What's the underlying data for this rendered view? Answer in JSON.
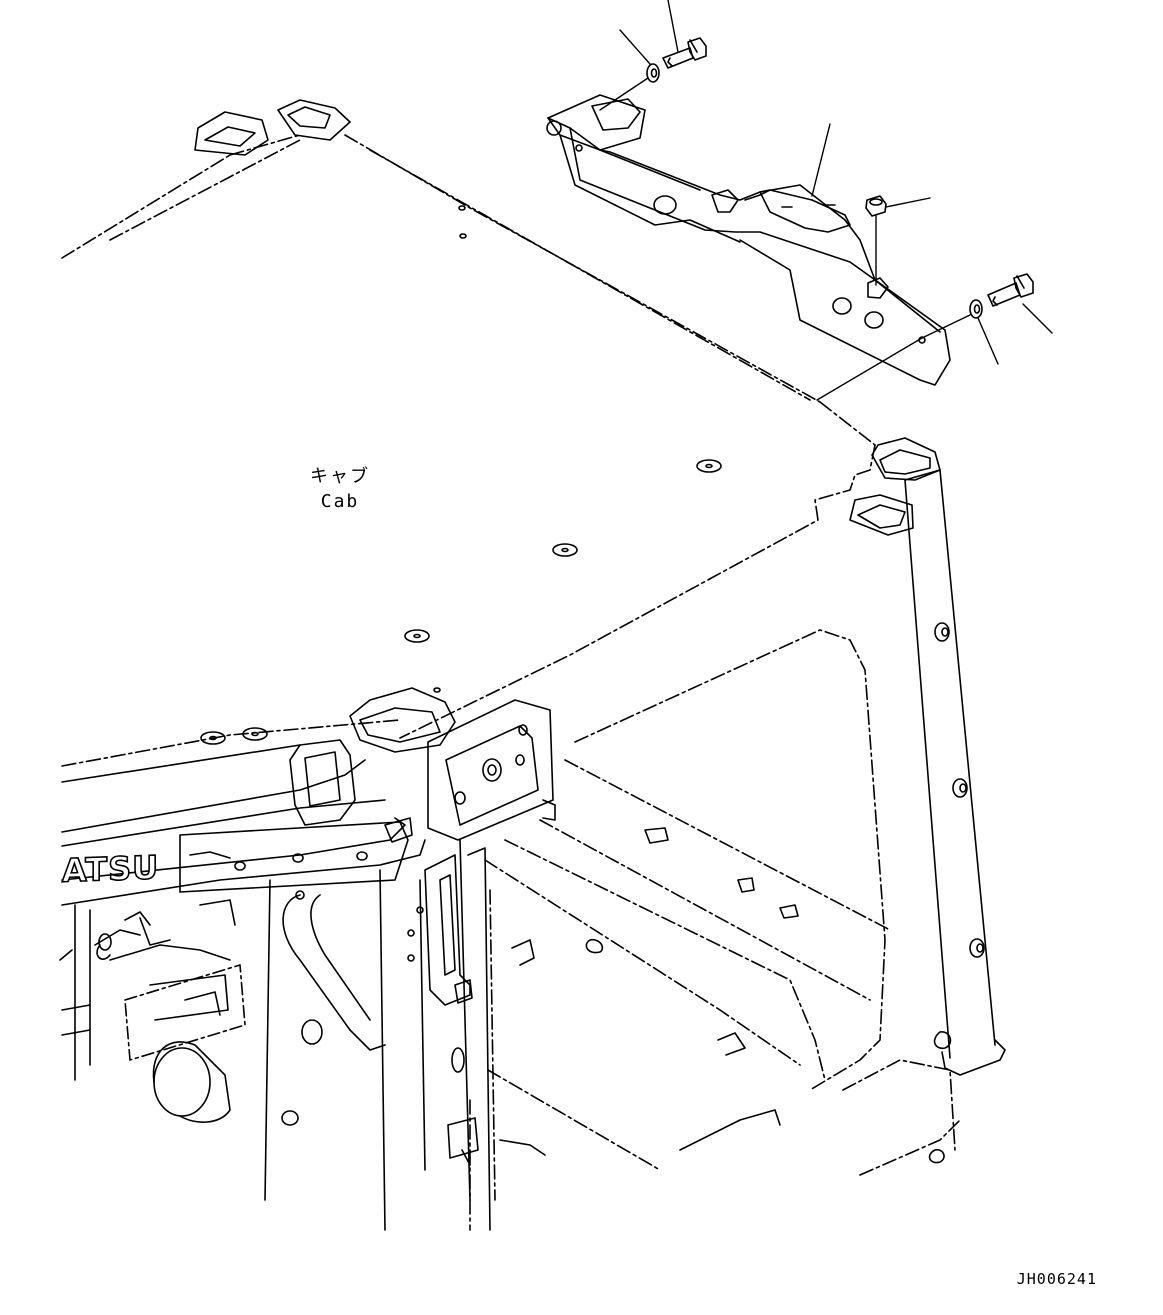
{
  "labels": {
    "cab_jp": "キャブ",
    "cab_en": "Cab"
  },
  "brand_text": "ATSU",
  "drawing_code": "JH006241",
  "colors": {
    "line": "#000000",
    "background": "#ffffff"
  }
}
